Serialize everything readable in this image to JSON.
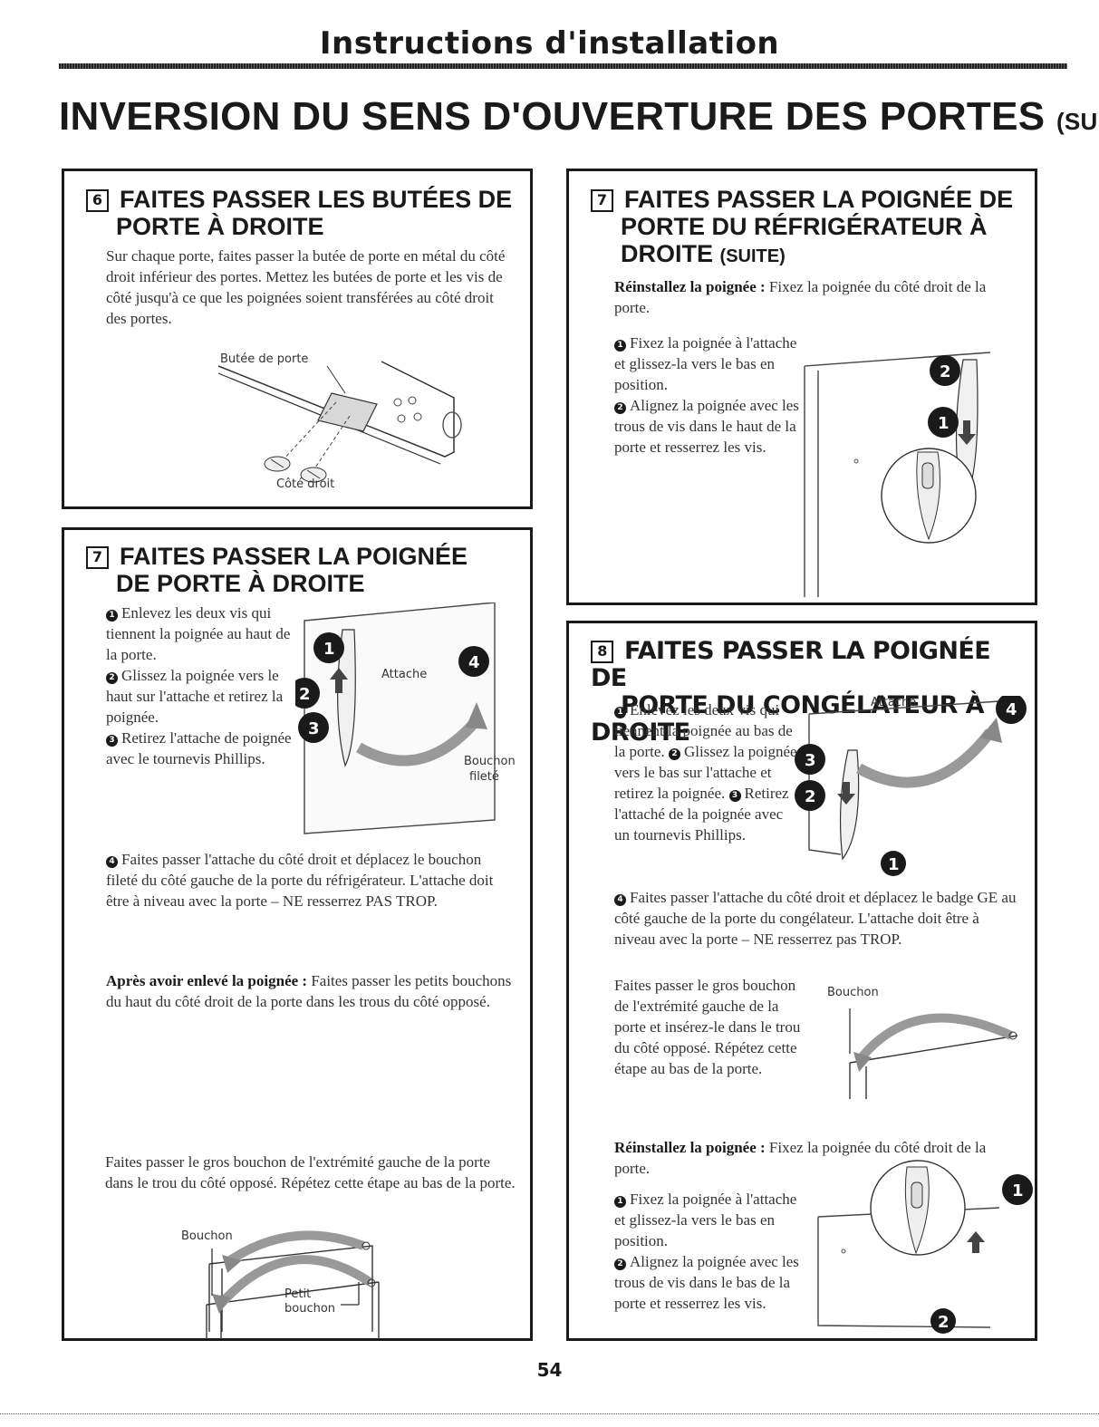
{
  "header": {
    "title": "Instructions d'installation"
  },
  "page_title": {
    "main": "INVERSION DU SENS D'OUVERTURE DES PORTES",
    "suffix": "(SUITE)"
  },
  "section6": {
    "number": "6",
    "title_line1": "FAITES PASSER LES BUTÉES DE",
    "title_line2": "PORTE À DROITE",
    "body": "Sur chaque porte, faites passer la butée de porte en métal du côté droit inférieur des portes. Mettez les butées de porte et les vis de côté jusqu'à ce que les poignées soient transférées au côté droit des portes.",
    "label_top": "Butée de porte",
    "label_bottom": "Côté droit"
  },
  "section7a": {
    "number": "7",
    "title_line1": "FAITES PASSER LA POIGNÉE",
    "title_line2": "DE PORTE À DROITE",
    "step1": "Enlevez les deux vis qui tiennent la poignée au haut de la porte.",
    "step2": "Glissez la poignée vers le haut sur l'attache et retirez la poignée.",
    "step3": "Retirez l'attache de poignée avec le tournevis Phillips.",
    "step4": "Faites passer l'attache du côté droit et déplacez le bouchon fileté du côté gauche de la porte du réfrigérateur. L'attache doit être à niveau avec la porte – NE resserrez PAS TROP.",
    "after_label": "Après avoir enlevé la poignée :",
    "after_text": "Faites passer les petits bouchons du haut du côté droit de la porte dans les trous du côté opposé.",
    "large_plug_text": "Faites passer le gros bouchon de l'extrémité gauche de la porte dans le trou du côté opposé. Répétez cette étape au bas de la porte.",
    "label_attache": "Attache",
    "label_bouchon1": "Bouchon",
    "label_bouchon2": "fileté",
    "label_petit": "Petit",
    "label_petit2": "bouchon",
    "label_bouchon_bottom": "Bouchon"
  },
  "section7b": {
    "number": "7",
    "title_line1": "FAITES PASSER LA POIGNÉE DE",
    "title_line2": "PORTE DU RÉFRIGÉRATEUR À",
    "title_line3": "DROITE",
    "title_suffix": "(SUITE)",
    "reinstall_label": "Réinstallez la poignée :",
    "reinstall_text": "Fixez la poignée du côté droit de la porte.",
    "step1": "Fixez la poignée à l'attache et glissez-la vers le bas en position.",
    "step2": "Alignez la poignée avec les trous de vis dans le haut de la porte et resserrez les vis."
  },
  "section8": {
    "number": "8",
    "title_line1": "FAITES PASSER LA POIGNÉE DE",
    "title_line2": "PORTE DU CONGÉLATEUR À DROITE",
    "step1": "Enlevez les deux vis qui tiennent la poignée au bas de la porte.",
    "step2": "Glissez la poignée vers le bas sur l'attache et retirez la poignée.",
    "step3": "Retirez l'attaché de la poignée avec un tournevis Phillips.",
    "step4": "Faites passer l'attache du côté droit et déplacez le badge GE au côté gauche de la porte du congélateur. L'attache doit être à niveau avec la porte – NE resserrez pas TROP.",
    "large_plug_text": "Faites passer le gros bouchon de l'extrémité gauche de la porte et insérez-le dans le trou du côté opposé. Répétez cette étape au bas de la porte.",
    "reinstall_label": "Réinstallez la poignée :",
    "reinstall_text": "Fixez la poignée du côté droit de la porte.",
    "r_step1": "Fixez la poignée à l'attache et glissez-la vers le bas en position.",
    "r_step2": "Alignez la poignée avec les trous de vis dans le bas de la porte et resserrez les vis.",
    "label_attache": "Attache",
    "label_bouchon": "Bouchon"
  },
  "markers": {
    "m1": "1",
    "m2": "2",
    "m3": "3",
    "m4": "4"
  },
  "footer": {
    "page_number": "54"
  }
}
